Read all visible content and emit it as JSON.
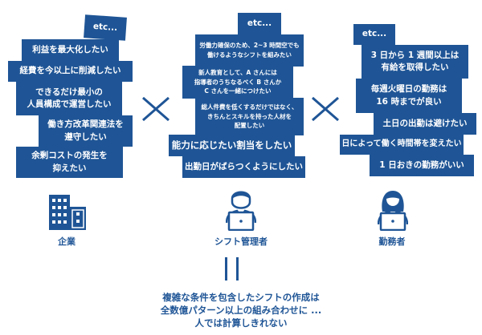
{
  "company": {
    "label": "企業",
    "items": [
      "etc...",
      "利益を最大化したい",
      "経費を今以上に削減したい",
      "できるだけ最小の\n人員構成で運営したい",
      "働き方改革関連法を\n遵守したい",
      "余剰コストの発生を\n抑えたい"
    ]
  },
  "manager": {
    "label": "シフト管理者",
    "items": [
      "etc...",
      "労働力確保のため、2~3 時間空でも\n働けるようなシフトを組みたい",
      "新人教育として、A さんには\n指導者のうちなるべく B さんか\nC さんを一緒につけたい",
      "総人件費を低くするだけではなく、\nきちんとスキルを持った人材を\n配置したい",
      "能力に応じたい割当をしたい",
      "出勤日がばらつくようにしたい"
    ]
  },
  "worker": {
    "label": "勤務者",
    "items": [
      "etc...",
      "3 日から 1 週間以上は\n有給を取得したい",
      "毎週火曜日の勤務は\n16 時までが良い",
      "土日の出勤は避けたい",
      "日によって働く時間帯を変えたい",
      "1 日おきの勤務がいい"
    ]
  },
  "conclusion": [
    "複雑な条件を包含したシフトの作成は",
    "全数億パターン以上の組み合わせに ...",
    "人では計算しきれない"
  ],
  "colors": {
    "primary": "#1f5596"
  }
}
